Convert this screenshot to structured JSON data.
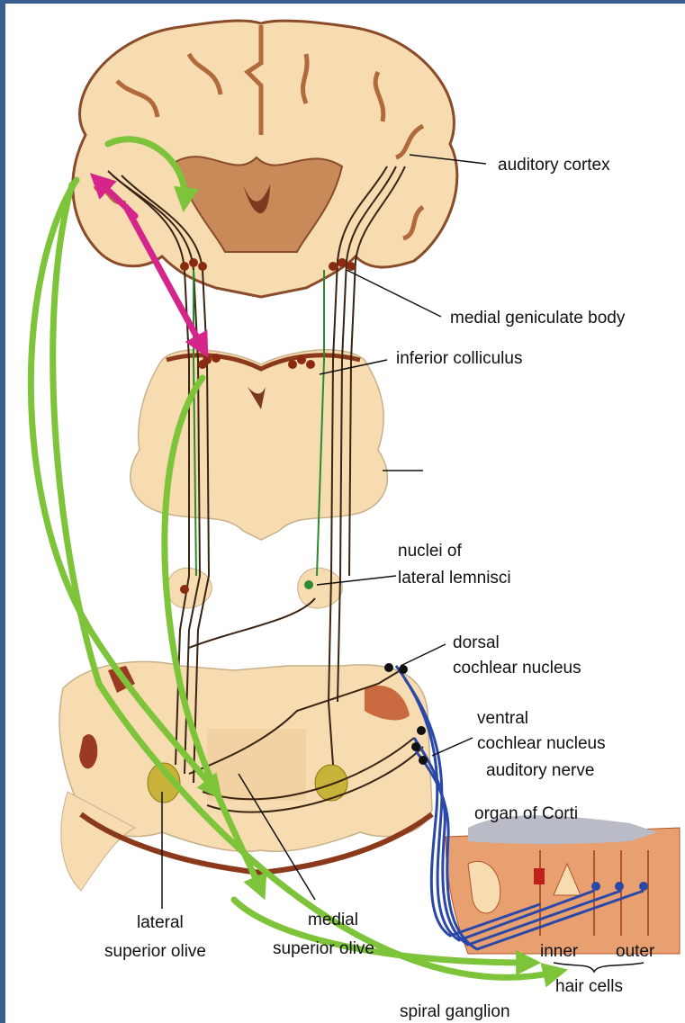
{
  "labels": {
    "auditory_cortex": "auditory cortex",
    "medial_geniculate": "medial geniculate body",
    "inferior_colliculus": "inferior colliculus",
    "nuclei_line1": "nuclei of",
    "nuclei_line2": "lateral lemnisci",
    "dorsal_line1": "dorsal",
    "dorsal_line2": "cochlear nucleus",
    "ventral_line1": "ventral",
    "ventral_line2": "cochlear nucleus",
    "auditory_nerve": "auditory nerve",
    "organ_of_corti": "organ of Corti",
    "lateral_line1": "lateral",
    "lateral_line2": "superior olive",
    "medial_line1": "medial",
    "medial_line2": "superior olive",
    "inner": "inner",
    "outer": "outer",
    "hair_cells": "hair cells",
    "spiral_ganglion": "spiral ganglion"
  },
  "colors": {
    "frame": "#3a5f8e",
    "tissue": "#f6dcb0",
    "tissue_dark": "#d9a46e",
    "brain_outline": "#8a4b2a",
    "efferent_green": "#7dc43a",
    "magenta": "#d6258a",
    "nerve_blue": "#2a48a8",
    "olive_yellow": "#c9b23a"
  }
}
